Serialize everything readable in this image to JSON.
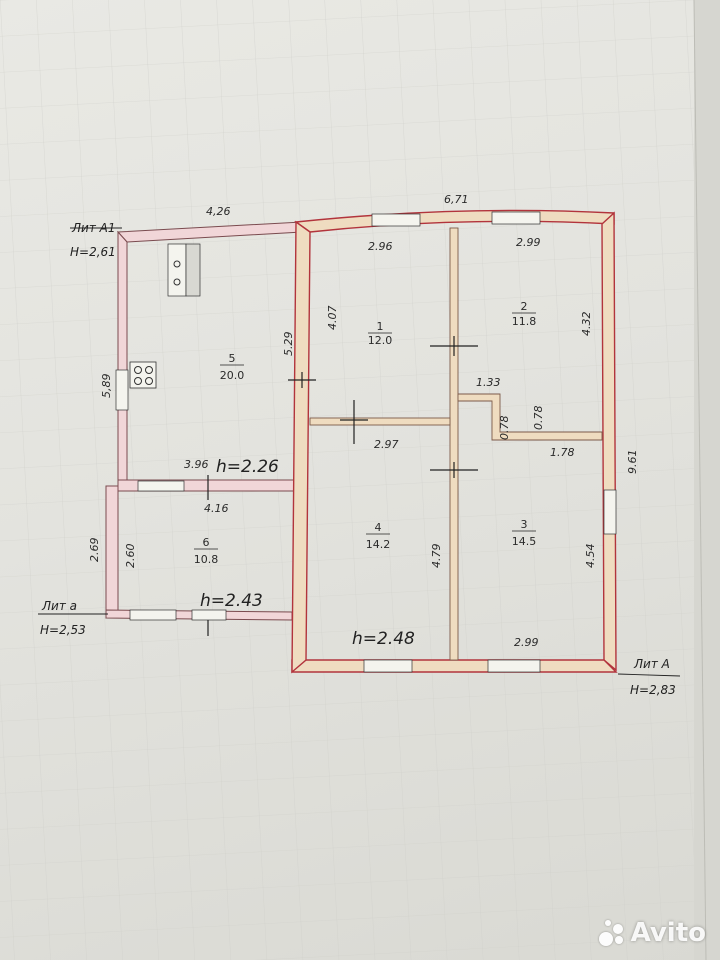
{
  "labels": {
    "lit_a1": "Лит А1",
    "lit_a1_h": "Н=2,61",
    "lit_a_small": "Лит а",
    "lit_a_small_h": "Н=2,53",
    "lit_a_big": "Лит А",
    "lit_a_big_h": "Н=2,83"
  },
  "heights": {
    "h1": "h=2.26",
    "h2": "h=2.43",
    "h3": "h=2.48"
  },
  "rooms": [
    {
      "num": "1",
      "area": "12.0"
    },
    {
      "num": "2",
      "area": "11.8"
    },
    {
      "num": "3",
      "area": "14.5"
    },
    {
      "num": "4",
      "area": "14.2"
    },
    {
      "num": "5",
      "area": "20.0"
    },
    {
      "num": "6",
      "area": "10.8"
    }
  ],
  "dimensions": {
    "top_left": "4,26",
    "top_right": "6,71",
    "r1_top": "2.96",
    "r2_top": "2.99",
    "left_5": "5,89",
    "wall_5_right": "5.29",
    "r1_left": "4.07",
    "r2_right": "4.32",
    "corridor_w": "1.33",
    "corridor_h1": "0.78",
    "corridor_h2": "0.78",
    "r3_top": "1.78",
    "right_total": "9.61",
    "r4_top": "2.97",
    "r5_bottom": "3.96",
    "r6_top": "4.16",
    "left_6": "2.69",
    "r6_left": "2.60",
    "r4_right": "4.79",
    "r3_right": "4.54",
    "r3_bottom": "2.99"
  },
  "watermark": "Avito"
}
